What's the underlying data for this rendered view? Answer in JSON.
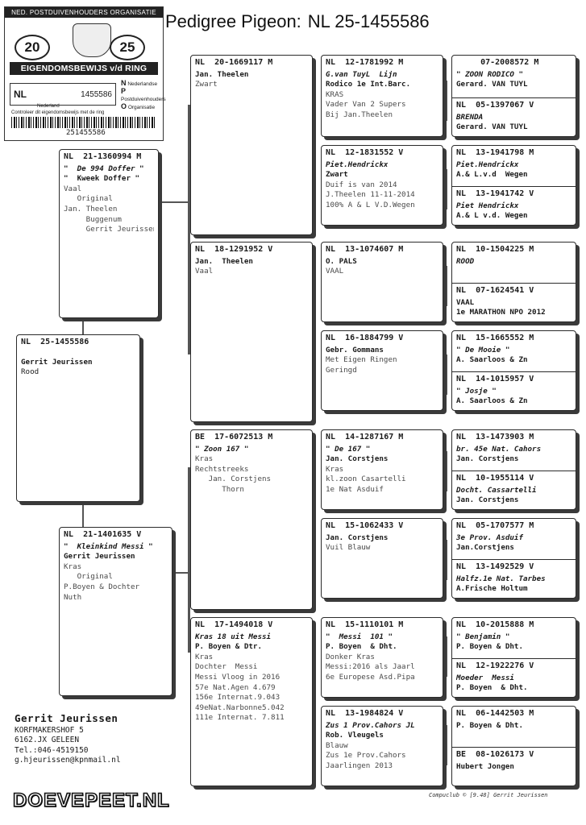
{
  "title": {
    "prefix": "Pedigree Pigeon:",
    "ring": "NL  25-1455586"
  },
  "ring_card": {
    "header": "NED. POSTDUIVENHOUDERS ORGANISATIE",
    "year_left": "20",
    "year_right": "25",
    "title": "EIGENDOMSBEWIJS v/d RING",
    "country": "NL",
    "number": "1455586",
    "npo_lines": [
      "Nederlandse",
      "Postduivenhouders",
      "Organisatie"
    ],
    "npo_letters": [
      "N",
      "P",
      "O"
    ],
    "nederland": "Nederland",
    "control_text": "Controleer dit eigendomsbewijs met de ring",
    "barcode_number": "251455586"
  },
  "cards": {
    "subject": [
      "NL  25-1455586",
      "Gerrit Jeurissen",
      "Rood"
    ],
    "father": [
      "NL  21-1360994 M",
      "\"  De 994 Doffer \"",
      "\"  Kweek Doffer \"",
      "Vaal",
      "   Original",
      "Jan. Theelen",
      "     Buggenum",
      "     Gerrit Jeurissen"
    ],
    "mother": [
      "NL  21-1401635 V",
      "\"  Kleinkind Messi \"",
      "Gerrit Jeurissen",
      "Kras",
      "   Original",
      "P.Boyen & Dochter",
      "Nuth"
    ],
    "ff": [
      "NL  20-1669117 M",
      "",
      "Jan. Theelen",
      "Zwart"
    ],
    "fm": [
      "NL  18-1291952 V",
      "",
      "Jan.  Theelen",
      "Vaal"
    ],
    "mf": [
      "BE  17-6072513 M",
      "\" Zoon 167 \"",
      "",
      "Kras",
      "Rechtstreeks",
      "   Jan. Corstjens",
      "      Thorn"
    ],
    "mm": [
      "NL  17-1494018 V",
      "Kras 18 uit Messi",
      "P. Boyen & Dtr.",
      "Kras",
      "Dochter  Messi",
      "Messi Vloog in 2016",
      "57e Nat.Agen 4.679",
      "156e Internat.9.043",
      "49eNat.Narbonne5.042",
      "111e Internat. 7.811"
    ],
    "fff": [
      "NL  12-1781992 M",
      "G.van TuyL  Lijn",
      "Rodico 1e Int.Barc.",
      "KRAS",
      "Vader Van 2 Supers",
      "Bij Jan.Theelen"
    ],
    "ffm": [
      "NL  12-1831552 V",
      "Piet.Hendrickx",
      "Zwart",
      "Duif is van 2014",
      "J.Theelen 11-11-2014",
      "100% A & L V.D.Wegen"
    ],
    "fmf": [
      "NL  13-1074607 M",
      "",
      "O. PALS",
      "VAAL"
    ],
    "fmm": [
      "NL  16-1884799 V",
      "",
      "Gebr. Gommans",
      "",
      "Met Eigen Ringen",
      "Geringd"
    ],
    "mff": [
      "NL  14-1287167 M",
      "\" De 167 \"",
      "Jan. Corstjens",
      "Kras",
      "kl.zoon Casartelli",
      "1e Nat Asduif"
    ],
    "mfm": [
      "NL  15-1062433 V",
      "",
      "Jan. Corstjens",
      "Vuil Blauw"
    ],
    "mmf": [
      "NL  15-1110101 M",
      "\"  Messi  101 \"",
      "P. Boyen  & Dht.",
      "Donker Kras",
      "Messi:2016 als Jaarl",
      "6e Europese Asd.Pipa"
    ],
    "mmm": [
      "NL  13-1984824 V",
      "Zus 1 Prov.Cahors JL",
      "Rob. Vleugels",
      "Blauw",
      "Zus 1e Prov.Cahors",
      "Jaarlingen 2013"
    ],
    "g1a": [
      "     07-2008572 M",
      "\" ZOON RODICO \"",
      "Gerard. VAN TUYL"
    ],
    "g1b": [
      "NL  05-1397067 V",
      "BRENDA",
      "Gerard. VAN TUYL"
    ],
    "g2a": [
      "NL  13-1941798 M",
      "Piet.Hendrickx",
      "A.& L.v.d  Wegen"
    ],
    "g2b": [
      "NL  13-1941742 V",
      "Piet Hendrickx",
      "A.& L v.d. Wegen"
    ],
    "g3a": [
      "NL  10-1504225 M",
      "ROOD"
    ],
    "g3b": [
      "NL  07-1624541 V",
      "VAAL",
      "1e MARATHON NPO 2012"
    ],
    "g4a": [
      "NL  15-1665552 M",
      "\" De Mooie \"",
      "A. Saarloos & Zn"
    ],
    "g4b": [
      "NL  14-1015957 V",
      "\" Josje \"",
      "A. Saarloos & Zn"
    ],
    "g5a": [
      "NL  13-1473903 M",
      "br. 45e Nat. Cahors",
      "Jan. Corstjens"
    ],
    "g5b": [
      "NL  10-1955114 V",
      "Docht. Cassartelli",
      "Jan. Corstjens"
    ],
    "g6a": [
      "NL  05-1707577 M",
      "3e Prov. Asduif",
      "Jan.Corstjens"
    ],
    "g6b": [
      "NL  13-1492529 V",
      "Halfz.1e Nat. Tarbes",
      "A.Frische Holtum"
    ],
    "g7a": [
      "NL  10-2015888 M",
      "\" Benjamin \"",
      "P. Boyen & Dht."
    ],
    "g7b": [
      "NL  12-1922276 V",
      "Moeder  Messi",
      "P. Boyen  & Dht."
    ],
    "g8a": [
      "NL  06-1442503 M",
      "",
      "P. Boyen & Dht."
    ],
    "g8b": [
      "BE  08-1026173 V",
      "",
      "Hubert Jongen"
    ]
  },
  "owner": {
    "name": "Gerrit Jeurissen",
    "address": "KORFMAKERSHOF 5",
    "city": "6162.JX  GELEEN",
    "phone": "Tel.:046-4519150",
    "email": "g.hjeurissen@kpnmail.nl"
  },
  "logo": "DOEVEPEET.NL",
  "footer": "Compuclub © [9.48]  Gerrit Jeurissen"
}
